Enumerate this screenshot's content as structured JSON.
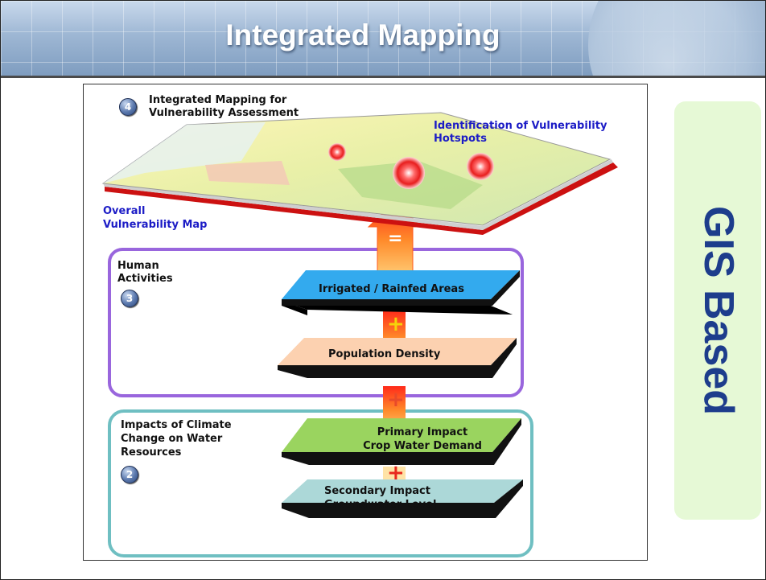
{
  "header": {
    "title": "Integrated Mapping"
  },
  "side": {
    "label": "GIS Based"
  },
  "diagram": {
    "step4": {
      "number": "4",
      "label": "Integrated Mapping for\nVulnerability Assessment"
    },
    "hotspots_label": "Identification of Vulnerability\nHotspots",
    "overall_map_label": "Overall\nVulnerability Map",
    "equals_symbol": "=",
    "plus_symbol": "+",
    "step3": {
      "number": "3",
      "label": "Human\nActivities"
    },
    "step2": {
      "number": "2",
      "label": "Impacts of Climate\nChange on Water\nResources"
    },
    "layers": {
      "irrigated": "Irrigated / Rainfed Areas",
      "population": "Population Density",
      "primary": "Primary Impact\nCrop Water Demand",
      "secondary": "Secondary Impact\nGroundwater Level"
    },
    "colors": {
      "irrigated": "#33aaee",
      "population": "#fcd1b0",
      "primary": "#9ad45f",
      "secondary": "#acd8d8",
      "human_box": "#9966dd",
      "impact_box": "#6fbfc2"
    }
  }
}
